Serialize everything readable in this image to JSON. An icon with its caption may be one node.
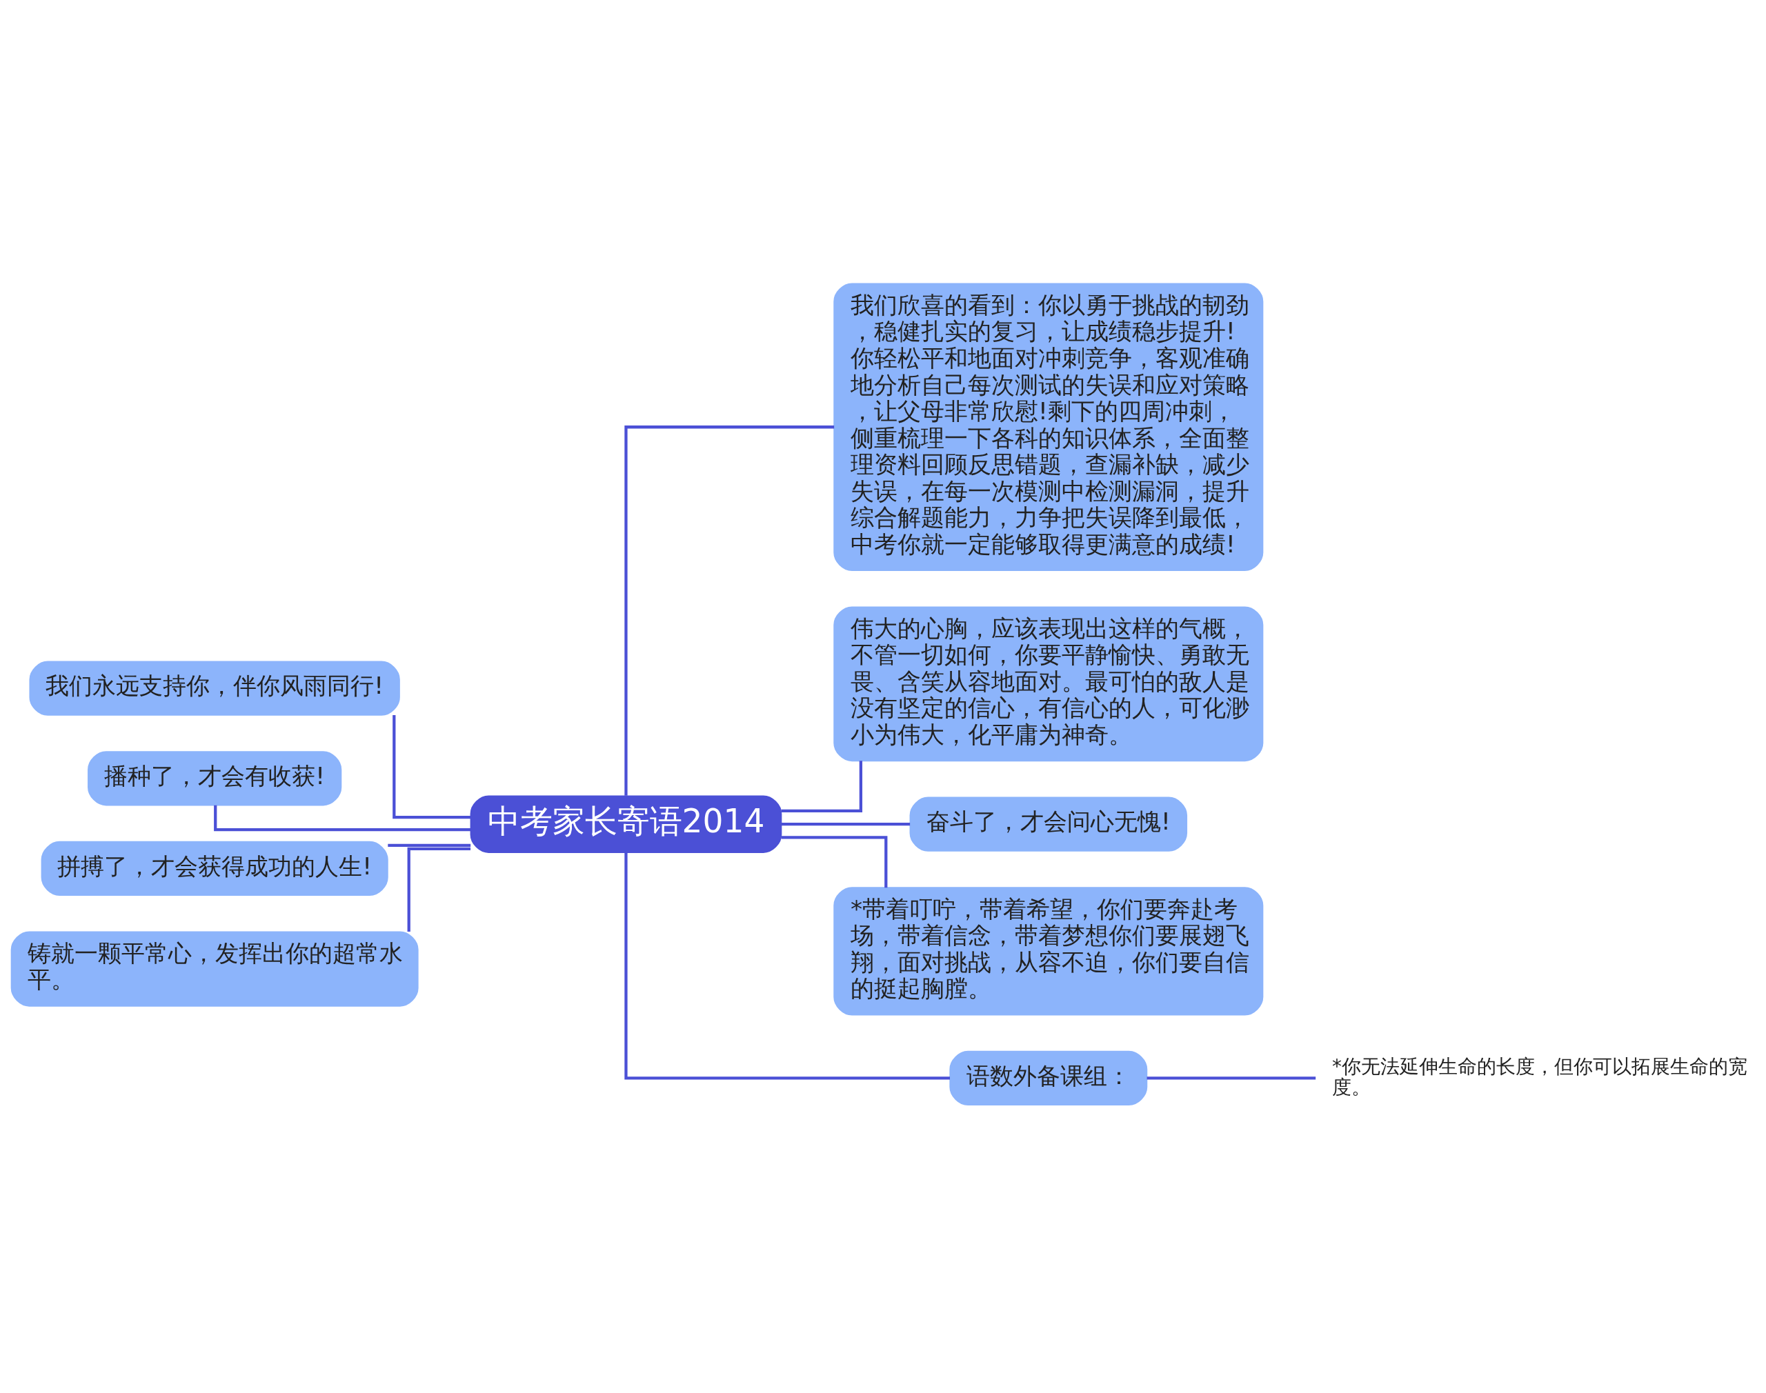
{
  "diagram": {
    "nodes": [
      {
        "text": [
          "中考家长寄语2014"
        ]
      },
      {
        "text": [
          "我们永远支持你，伴你风雨同行!"
        ]
      },
      {
        "text": [
          "播种了，才会有收获!"
        ]
      },
      {
        "text": [
          "拼搏了，才会获得成功的人生!"
        ]
      },
      {
        "text": [
          "铸就一颗平常心，发挥出你的超常水平。"
        ]
      },
      {
        "text": [
          "我们欣喜的看到：你以勇于挑战的韧劲，稳健扎实的复习，让成绩稳步提升!你轻松平和地面对冲刺竞争，客观准确地分析自己每次测试的失误和应对策略，让父母非常欣慰!剩下的四周冲刺，侧重梳理一下各科的知识体系，全面整理资料回顾反思错题，查漏补缺，减少失误，在每一次模测中检测漏洞，提升综合解题能力，力争把失误降到最低，中考你就一定能够取得更满意的成绩!"
        ]
      },
      {
        "text": [
          "伟大的心胸，应该表现出这样的气概，不管一切如何，你要平静愉快、勇敢无畏、含笑从容地面对。最可怕的敌人是没有坚定的信心，有信心的人，可化渺小为伟大，化平庸为神奇。"
        ]
      },
      {
        "text": [
          "奋斗了，才会问心无愧!"
        ]
      },
      {
        "text": [
          "*带着叮咛，带着希望，你们要奔赴考场，带着信念，带着梦想你们要展翅飞翔，面对挑战，从容不迫，你们要自信的挺起胸膛。"
        ]
      },
      {
        "text": [
          "语数外备课组："
        ]
      },
      {
        "text": [
          "*你无法延伸生命的长度，但你可以拓展生命的宽度。"
        ]
      }
    ],
    "edges": [
      {
        "from": 0,
        "to": 1,
        "arrow": "none"
      },
      {
        "from": 0,
        "to": 2,
        "arrow": "none"
      },
      {
        "from": 0,
        "to": 3,
        "arrow": "none"
      },
      {
        "from": 0,
        "to": 4,
        "arrow": "none"
      },
      {
        "from": 0,
        "to": 5,
        "arrow": "none"
      },
      {
        "from": 0,
        "to": 6,
        "arrow": "none"
      },
      {
        "from": 0,
        "to": 7,
        "arrow": "none"
      },
      {
        "from": 0,
        "to": 8,
        "arrow": "none"
      },
      {
        "from": 0,
        "to": 9,
        "arrow": "none"
      },
      {
        "from": 9,
        "to": 10,
        "arrow": "none"
      }
    ]
  }
}
